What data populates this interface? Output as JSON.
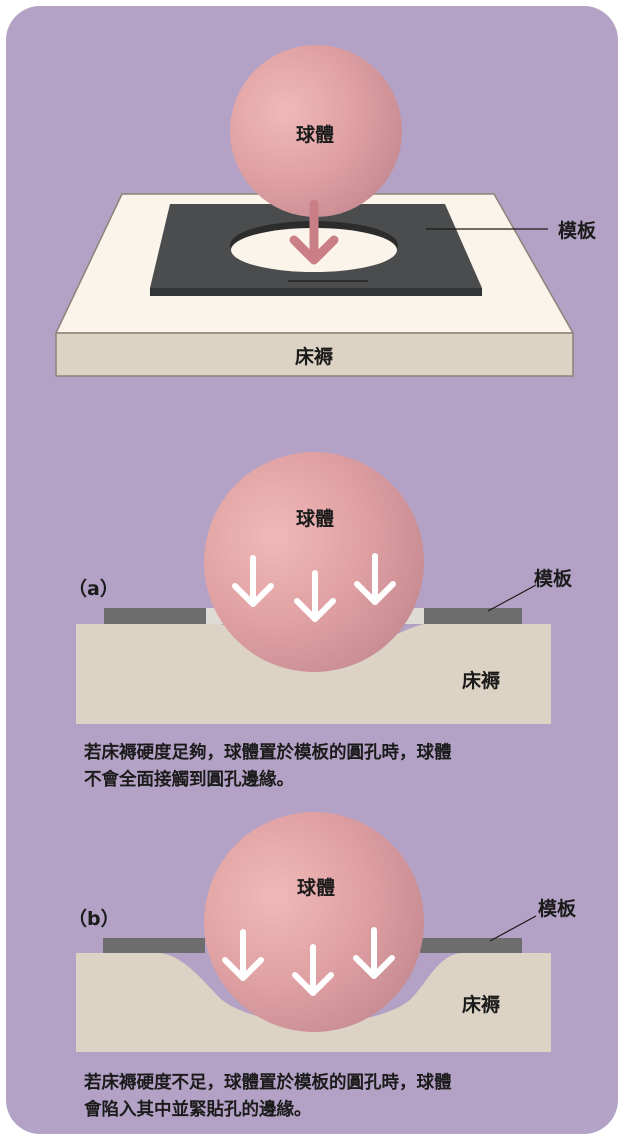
{
  "colors": {
    "panel": "#b3a2c5",
    "mattress_top": "#faf4ea",
    "mattress_side": "#ddd3c4",
    "template": "#4b4c4d",
    "sphere": "#de9fa0",
    "arrow": "#c97f85"
  },
  "top_diagram": {
    "sphere_label": "球體",
    "template_label": "模板",
    "mattress_label": "床褥"
  },
  "diagram_a": {
    "tag": "（a）",
    "sphere_label": "球體",
    "template_label": "模板",
    "mattress_label": "床褥",
    "caption_line1": "若床褥硬度足夠，球體置於模板的圓孔時，球體",
    "caption_line2": "不會全面接觸到圓孔邊緣。"
  },
  "diagram_b": {
    "tag": "（b）",
    "sphere_label": "球體",
    "template_label": "模板",
    "mattress_label": "床褥",
    "caption_line1": "若床褥硬度不足，球體置於模板的圓孔時，球體",
    "caption_line2": "會陷入其中並緊貼孔的邊緣。"
  }
}
